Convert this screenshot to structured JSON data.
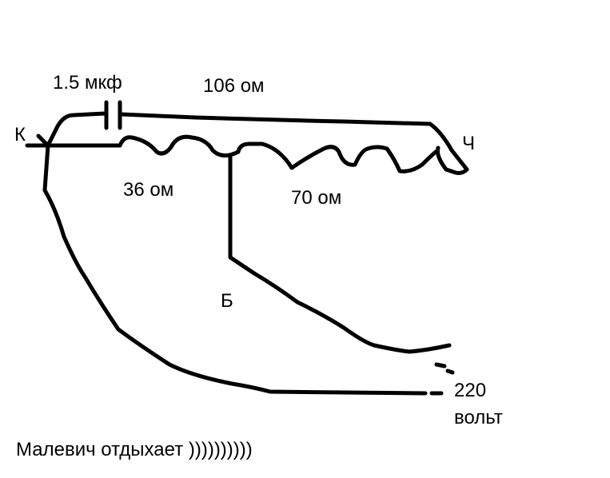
{
  "labels": {
    "capacitor": "1.5 мкф",
    "resistor_106": "106 ом",
    "node_k": "К",
    "node_ch": "Ч",
    "resistor_36": "36 ом",
    "resistor_70": "70 ом",
    "node_b": "Б",
    "supply_value": "220",
    "supply_unit": "вольт"
  },
  "caption": "Малевич отдыхает ))))))))))"
}
